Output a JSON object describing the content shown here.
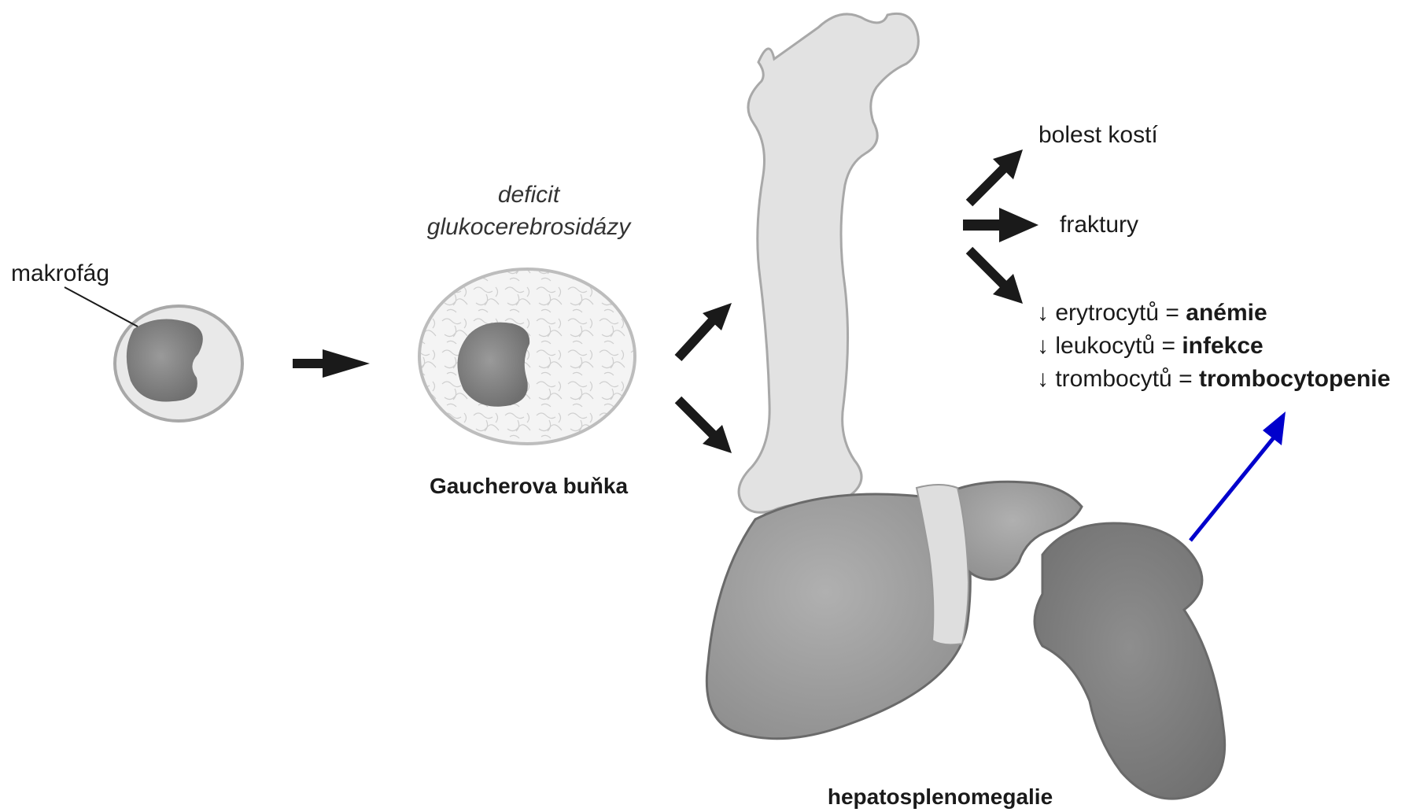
{
  "labels": {
    "macrophage": "makrofág",
    "deficit_line1": "deficit",
    "deficit_line2": "glukocerebrosidázy",
    "gaucher_cell": "Gaucherova buňka",
    "bone_pain": "bolest kostí",
    "fractures": "fraktury",
    "hepatosplenomegaly": "hepatosplenomegalie"
  },
  "blood_effects": [
    {
      "arrow": "↓",
      "term": "erytrocytů",
      "eq": "=",
      "result": "anémie"
    },
    {
      "arrow": "↓",
      "term": "leukocytů",
      "eq": "=",
      "result": "infekce"
    },
    {
      "arrow": "↓",
      "term": "trombocytů",
      "eq": "=",
      "result": "trombocytopenie"
    }
  ],
  "colors": {
    "arrow": "#1a1a1a",
    "highlight_arrow": "#0000cc",
    "organ_fill": "#9a9a9a",
    "bone_fill": "#e2e2e2"
  }
}
